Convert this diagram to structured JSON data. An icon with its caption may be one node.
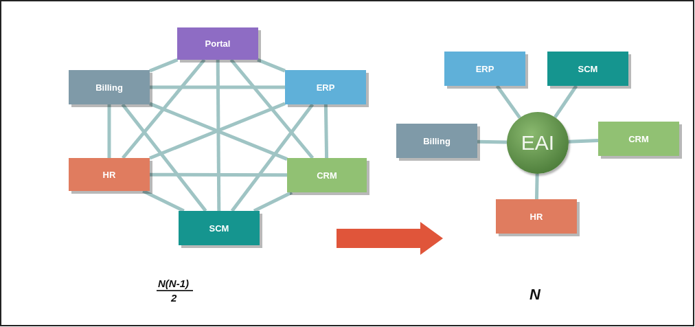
{
  "diagram": {
    "nodes": [
      {
        "text": [
          "Portal"
        ]
      },
      {
        "text": [
          "Billing"
        ]
      },
      {
        "text": [
          "ERP"
        ]
      },
      {
        "text": [
          "HR"
        ]
      },
      {
        "text": [
          "CRM"
        ]
      },
      {
        "text": [
          "SCM"
        ]
      },
      {
        "text": [
          "ERP"
        ]
      },
      {
        "text": [
          "SCM"
        ]
      },
      {
        "text": [
          "Billing"
        ]
      },
      {
        "text": [
          "EAI"
        ]
      },
      {
        "text": [
          "CRM"
        ]
      },
      {
        "text": [
          "HR"
        ]
      }
    ],
    "edges": [
      {
        "from": 0,
        "to": 1,
        "arrow": "none"
      },
      {
        "from": 0,
        "to": 2,
        "arrow": "none"
      },
      {
        "from": 0,
        "to": 3,
        "arrow": "none"
      },
      {
        "from": 0,
        "to": 4,
        "arrow": "none"
      },
      {
        "from": 0,
        "to": 5,
        "arrow": "none"
      },
      {
        "from": 1,
        "to": 2,
        "arrow": "none"
      },
      {
        "from": 1,
        "to": 3,
        "arrow": "none"
      },
      {
        "from": 1,
        "to": 4,
        "arrow": "none"
      },
      {
        "from": 1,
        "to": 5,
        "arrow": "none"
      },
      {
        "from": 2,
        "to": 3,
        "arrow": "none"
      },
      {
        "from": 2,
        "to": 4,
        "arrow": "none"
      },
      {
        "from": 2,
        "to": 5,
        "arrow": "none"
      },
      {
        "from": 3,
        "to": 4,
        "arrow": "none"
      },
      {
        "from": 3,
        "to": 5,
        "arrow": "none"
      },
      {
        "from": 4,
        "to": 5,
        "arrow": "none"
      },
      {
        "from": 9,
        "to": 6,
        "arrow": "none"
      },
      {
        "from": 9,
        "to": 7,
        "arrow": "none"
      },
      {
        "from": 9,
        "to": 8,
        "arrow": "none"
      },
      {
        "from": 9,
        "to": 10,
        "arrow": "none"
      },
      {
        "from": 9,
        "to": 11,
        "arrow": "none"
      }
    ],
    "labels": [
      "N(N-1)",
      "2",
      "N"
    ]
  }
}
